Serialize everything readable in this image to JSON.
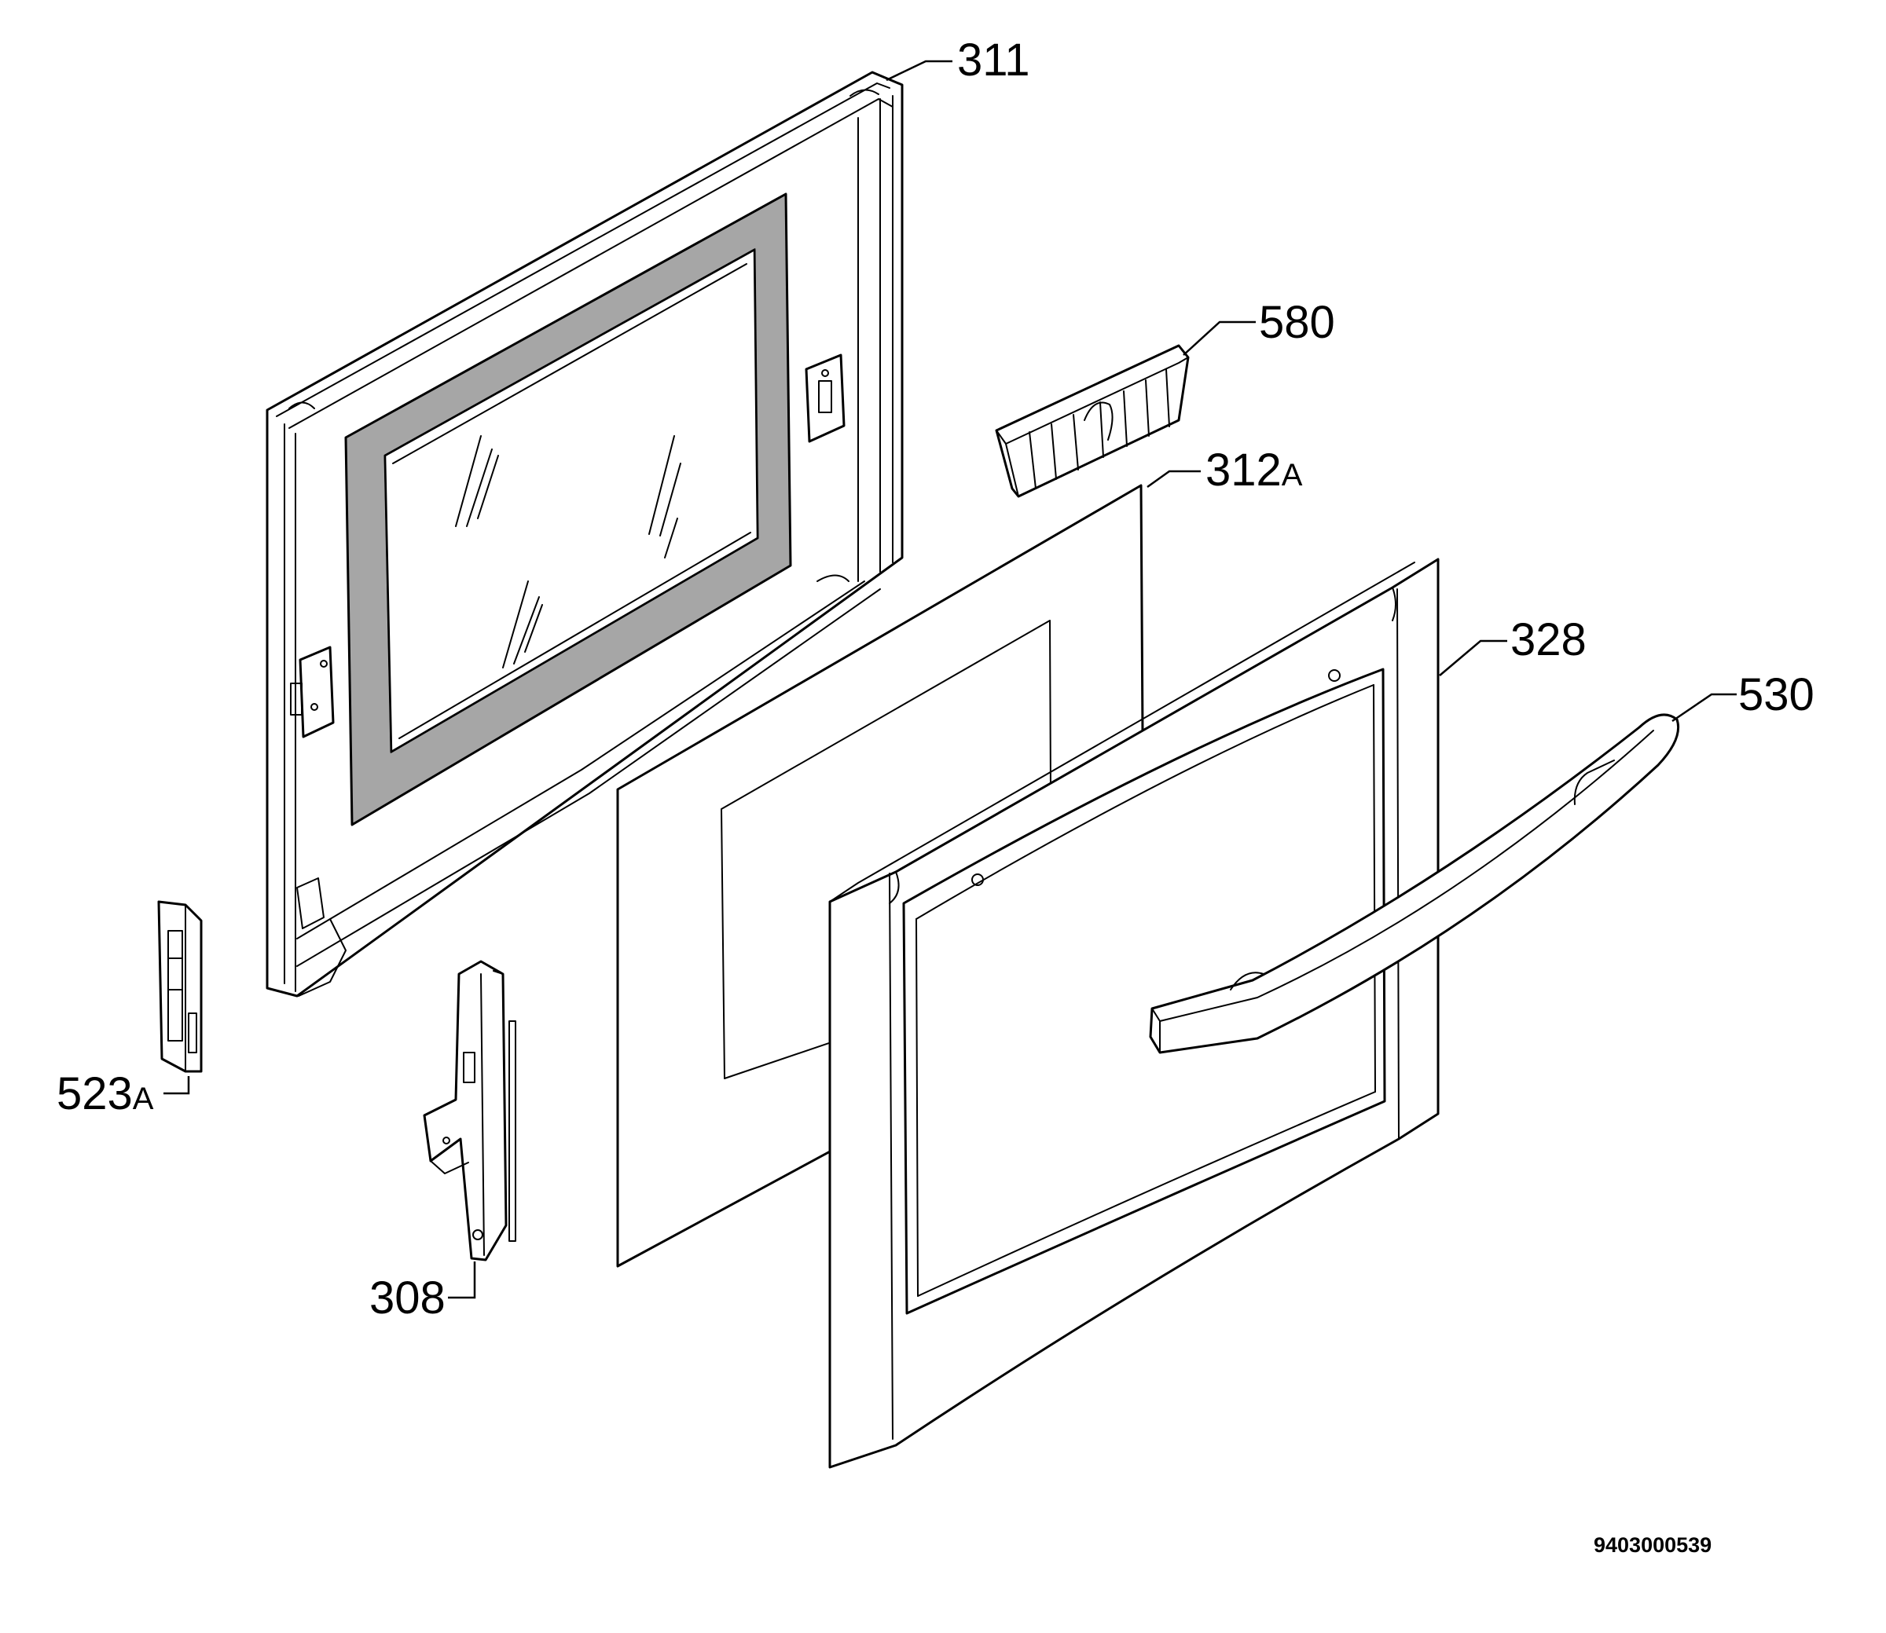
{
  "diagram": {
    "callouts": [
      {
        "id": "311",
        "number": "311",
        "suffix": ""
      },
      {
        "id": "580",
        "number": "580",
        "suffix": ""
      },
      {
        "id": "312a",
        "number": "312",
        "suffix": "A"
      },
      {
        "id": "328",
        "number": "328",
        "suffix": ""
      },
      {
        "id": "530",
        "number": "530",
        "suffix": ""
      },
      {
        "id": "523a",
        "number": "523",
        "suffix": "A"
      },
      {
        "id": "308",
        "number": "308",
        "suffix": ""
      }
    ],
    "document_number": "9403000539"
  }
}
